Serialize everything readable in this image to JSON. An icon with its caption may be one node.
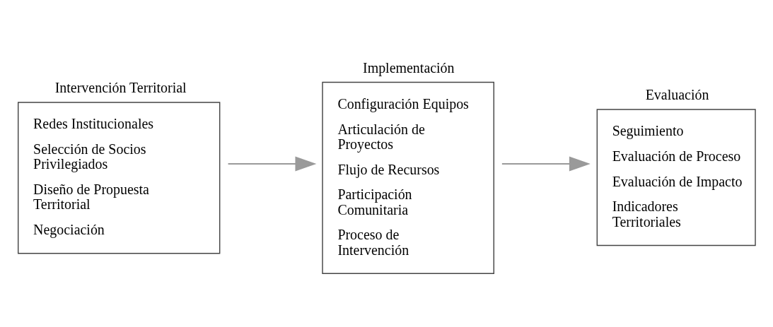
{
  "diagram": {
    "nodes": [
      {
        "text": [
          "Intervención Territorial",
          "Redes Institucionales",
          "Selección de Socios Privilegiados",
          "Diseño de Propuesta Territorial",
          "Negociación"
        ]
      },
      {
        "text": [
          "Implementación",
          "Configuración Equipos",
          "Articulación de Proyectos",
          "Flujo de Recursos",
          "Participación Comunitaria",
          "Proceso de Intervención"
        ]
      },
      {
        "text": [
          "Evaluación",
          "Seguimiento",
          "Evaluación de Proceso",
          "Evaluación de Impacto",
          "Indicadores Territoriales"
        ]
      }
    ],
    "edges": [
      {
        "from": 0,
        "to": 1,
        "arrow": "to"
      },
      {
        "from": 1,
        "to": 2,
        "arrow": "to"
      }
    ]
  }
}
